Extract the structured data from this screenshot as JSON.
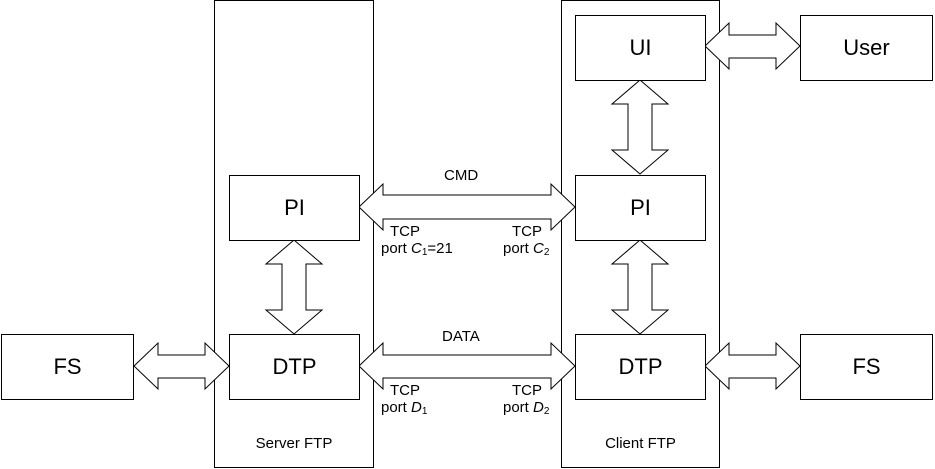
{
  "server": {
    "title": "Server FTP",
    "pi": "PI",
    "dtp": "DTP",
    "fs": "FS"
  },
  "client": {
    "title": "Client FTP",
    "ui": "UI",
    "pi": "PI",
    "dtp": "DTP",
    "fs": "FS",
    "user": "User"
  },
  "connections": {
    "cmd": {
      "label": "CMD",
      "left_tcp": "TCP",
      "left_port_prefix": "port ",
      "left_port_var": "C",
      "left_port_sub": "1",
      "left_port_suffix": "=21",
      "right_tcp": "TCP",
      "right_port_prefix": "port ",
      "right_port_var": "C",
      "right_port_sub": "2"
    },
    "data": {
      "label": "DATA",
      "left_tcp": "TCP",
      "left_port_prefix": "port ",
      "left_port_var": "D",
      "left_port_sub": "1",
      "right_tcp": "TCP",
      "right_port_prefix": "port ",
      "right_port_var": "D",
      "right_port_sub": "2"
    }
  },
  "style": {
    "stroke": "#000000",
    "fill": "#ffffff"
  }
}
